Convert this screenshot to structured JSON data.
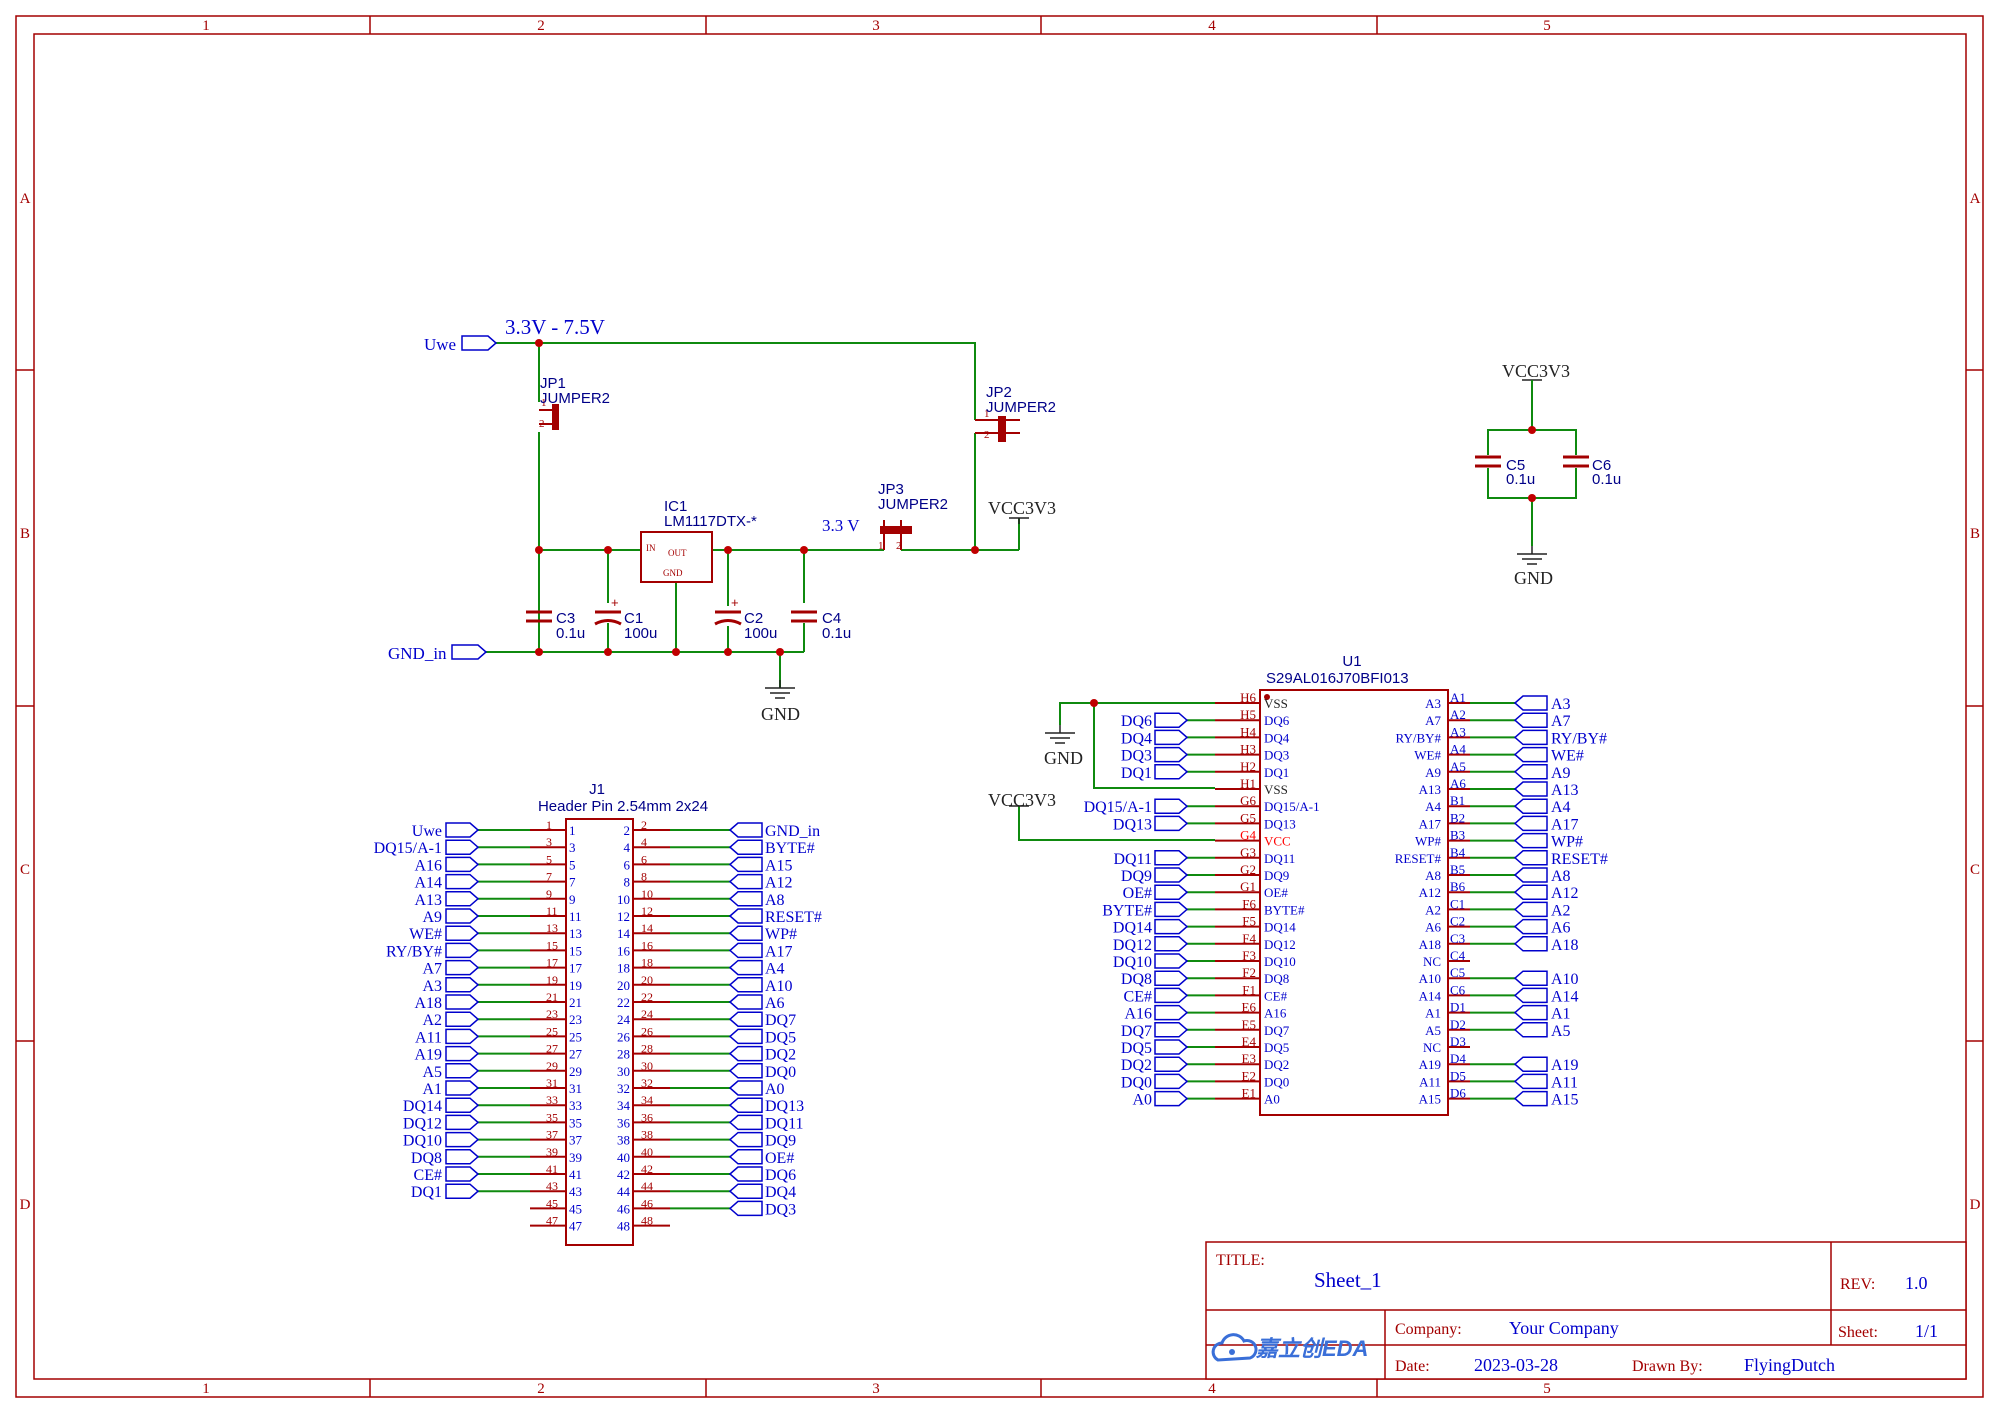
{
  "colors": {
    "frame": "#a30000",
    "wire": "#0f8a0f",
    "net": "#0000cc",
    "part": "#a30000",
    "pin_alert": "#ff0000",
    "text_dark": "#222222"
  },
  "frame": {
    "columns": [
      "1",
      "2",
      "3",
      "4",
      "5"
    ],
    "rows": [
      "A",
      "B",
      "C",
      "D"
    ]
  },
  "power": {
    "input_net": "Uwe",
    "gnd_in_net": "GND_in",
    "range_label": "3.3V - 7.5V",
    "out_label": "3.3 V",
    "vcc_label": "VCC3V3",
    "gnd_label": "GND",
    "ic1": {
      "ref": "IC1",
      "value": "LM1117DTX-*",
      "pin_in": "IN",
      "pin_out": "OUT",
      "pin_gnd": "GND"
    },
    "jp1": {
      "ref": "JP1",
      "value": "JUMPER2"
    },
    "jp2": {
      "ref": "JP2",
      "value": "JUMPER2"
    },
    "jp3": {
      "ref": "JP3",
      "value": "JUMPER2"
    },
    "c1": {
      "ref": "C1",
      "value": "100u"
    },
    "c2": {
      "ref": "C2",
      "value": "100u"
    },
    "c3": {
      "ref": "C3",
      "value": "0.1u"
    },
    "c4": {
      "ref": "C4",
      "value": "0.1u"
    },
    "pin1": "1",
    "pin2": "2"
  },
  "decoupling": {
    "vcc_label": "VCC3V3",
    "gnd_label": "GND",
    "c5": {
      "ref": "C5",
      "value": "0.1u"
    },
    "c6": {
      "ref": "C6",
      "value": "0.1u"
    }
  },
  "header": {
    "ref": "J1",
    "value": "Header Pin 2.54mm 2x24",
    "left_nets": [
      "Uwe",
      "DQ15/A-1",
      "A16",
      "A14",
      "A13",
      "A9",
      "WE#",
      "RY/BY#",
      "A7",
      "A3",
      "A18",
      "A2",
      "A11",
      "A19",
      "A5",
      "A1",
      "DQ14",
      "DQ12",
      "DQ10",
      "DQ8",
      "CE#",
      "DQ1",
      "",
      ""
    ],
    "right_nets": [
      "GND_in",
      "BYTE#",
      "A15",
      "A12",
      "A8",
      "RESET#",
      "WP#",
      "A17",
      "A4",
      "A10",
      "A6",
      "DQ7",
      "DQ5",
      "DQ2",
      "DQ0",
      "A0",
      "DQ13",
      "DQ11",
      "DQ9",
      "OE#",
      "DQ6",
      "DQ4",
      "DQ3",
      ""
    ],
    "left_pins": [
      "1",
      "3",
      "5",
      "7",
      "9",
      "11",
      "13",
      "15",
      "17",
      "19",
      "21",
      "23",
      "25",
      "27",
      "29",
      "31",
      "33",
      "35",
      "37",
      "39",
      "41",
      "43",
      "45",
      "47"
    ],
    "right_pins": [
      "2",
      "4",
      "6",
      "8",
      "10",
      "12",
      "14",
      "16",
      "18",
      "20",
      "22",
      "24",
      "26",
      "28",
      "30",
      "32",
      "34",
      "36",
      "38",
      "40",
      "42",
      "44",
      "46",
      "48"
    ]
  },
  "flash": {
    "ref": "U1",
    "value": "S29AL016J70BFI013",
    "vcc_label": "VCC3V3",
    "gnd_label": "GND",
    "left": [
      {
        "pin": "H6",
        "name": "VSS",
        "net": ""
      },
      {
        "pin": "H5",
        "name": "DQ6",
        "net": "DQ6"
      },
      {
        "pin": "H4",
        "name": "DQ4",
        "net": "DQ4"
      },
      {
        "pin": "H3",
        "name": "DQ3",
        "net": "DQ3"
      },
      {
        "pin": "H2",
        "name": "DQ1",
        "net": "DQ1"
      },
      {
        "pin": "H1",
        "name": "VSS",
        "net": ""
      },
      {
        "pin": "G6",
        "name": "DQ15/A-1",
        "net": "DQ15/A-1"
      },
      {
        "pin": "G5",
        "name": "DQ13",
        "net": "DQ13"
      },
      {
        "pin": "G4",
        "name": "VCC",
        "net": ""
      },
      {
        "pin": "G3",
        "name": "DQ11",
        "net": "DQ11"
      },
      {
        "pin": "G2",
        "name": "DQ9",
        "net": "DQ9"
      },
      {
        "pin": "G1",
        "name": "OE#",
        "net": "OE#"
      },
      {
        "pin": "F6",
        "name": "BYTE#",
        "net": "BYTE#"
      },
      {
        "pin": "F5",
        "name": "DQ14",
        "net": "DQ14"
      },
      {
        "pin": "F4",
        "name": "DQ12",
        "net": "DQ12"
      },
      {
        "pin": "F3",
        "name": "DQ10",
        "net": "DQ10"
      },
      {
        "pin": "F2",
        "name": "DQ8",
        "net": "DQ8"
      },
      {
        "pin": "F1",
        "name": "CE#",
        "net": "CE#"
      },
      {
        "pin": "E6",
        "name": "A16",
        "net": "A16"
      },
      {
        "pin": "E5",
        "name": "DQ7",
        "net": "DQ7"
      },
      {
        "pin": "E4",
        "name": "DQ5",
        "net": "DQ5"
      },
      {
        "pin": "E3",
        "name": "DQ2",
        "net": "DQ2"
      },
      {
        "pin": "E2",
        "name": "DQ0",
        "net": "DQ0"
      },
      {
        "pin": "E1",
        "name": "A0",
        "net": "A0"
      }
    ],
    "right": [
      {
        "pin": "A1",
        "name": "A3",
        "net": "A3"
      },
      {
        "pin": "A2",
        "name": "A7",
        "net": "A7"
      },
      {
        "pin": "A3",
        "name": "RY/BY#",
        "net": "RY/BY#"
      },
      {
        "pin": "A4",
        "name": "WE#",
        "net": "WE#"
      },
      {
        "pin": "A5",
        "name": "A9",
        "net": "A9"
      },
      {
        "pin": "A6",
        "name": "A13",
        "net": "A13"
      },
      {
        "pin": "B1",
        "name": "A4",
        "net": "A4"
      },
      {
        "pin": "B2",
        "name": "A17",
        "net": "A17"
      },
      {
        "pin": "B3",
        "name": "WP#",
        "net": "WP#"
      },
      {
        "pin": "B4",
        "name": "RESET#",
        "net": "RESET#"
      },
      {
        "pin": "B5",
        "name": "A8",
        "net": "A8"
      },
      {
        "pin": "B6",
        "name": "A12",
        "net": "A12"
      },
      {
        "pin": "C1",
        "name": "A2",
        "net": "A2"
      },
      {
        "pin": "C2",
        "name": "A6",
        "net": "A6"
      },
      {
        "pin": "C3",
        "name": "A18",
        "net": "A18"
      },
      {
        "pin": "C4",
        "name": "NC",
        "net": ""
      },
      {
        "pin": "C5",
        "name": "A10",
        "net": "A10"
      },
      {
        "pin": "C6",
        "name": "A14",
        "net": "A14"
      },
      {
        "pin": "D1",
        "name": "A1",
        "net": "A1"
      },
      {
        "pin": "D2",
        "name": "A5",
        "net": "A5"
      },
      {
        "pin": "D3",
        "name": "NC",
        "net": ""
      },
      {
        "pin": "D4",
        "name": "A19",
        "net": "A19"
      },
      {
        "pin": "D5",
        "name": "A11",
        "net": "A11"
      },
      {
        "pin": "D6",
        "name": "A15",
        "net": "A15"
      }
    ]
  },
  "title_block": {
    "title_label": "TITLE:",
    "title": "Sheet_1",
    "rev_label": "REV:",
    "rev": "1.0",
    "company_label": "Company:",
    "company": "Your Company",
    "sheet_label": "Sheet:",
    "sheet": "1/1",
    "date_label": "Date:",
    "date": "2023-03-28",
    "drawn_label": "Drawn By:",
    "drawn_by": "FlyingDutch",
    "logo_text": "嘉立创EDA",
    "logo_icon": "cloud-icon"
  }
}
